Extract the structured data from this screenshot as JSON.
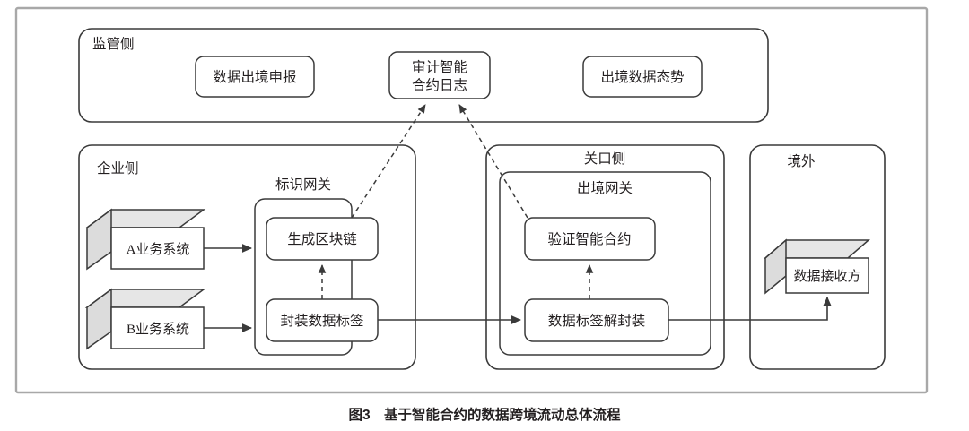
{
  "figure": {
    "caption": "图3　基于智能合约的数据跨境流动总体流程",
    "caption_number": "图3",
    "caption_title": "基于智能合约的数据跨境流动总体流程"
  },
  "zones": {
    "regulator": {
      "label": "监管侧"
    },
    "enterprise": {
      "label": "企业侧"
    },
    "identity_gateway": {
      "label": "标识网关"
    },
    "customs": {
      "label": "关口侧"
    },
    "exit_gateway": {
      "label": "出境网关"
    },
    "overseas": {
      "label": "境外"
    }
  },
  "nodes": {
    "declaration": {
      "label": "数据出境申报"
    },
    "audit_log": {
      "label_line1": "审计智能",
      "label_line2": "合约日志"
    },
    "situation": {
      "label": "出境数据态势"
    },
    "gen_blockchain": {
      "label": "生成区块链"
    },
    "seal_tag": {
      "label": "封装数据标签"
    },
    "verify_contract": {
      "label": "验证智能合约"
    },
    "unseal_tag": {
      "label": "数据标签解封装"
    },
    "system_a": {
      "label": "A业务系统"
    },
    "system_b": {
      "label": "B业务系统"
    },
    "receiver": {
      "label": "数据接收方"
    }
  },
  "colors": {
    "outer_frame": "#a8a8a8",
    "stroke": "#3a3a3a",
    "text": "#231f20",
    "cube_top": "#e6e6e6",
    "cube_side": "#dcdcdc",
    "background": "#ffffff"
  }
}
